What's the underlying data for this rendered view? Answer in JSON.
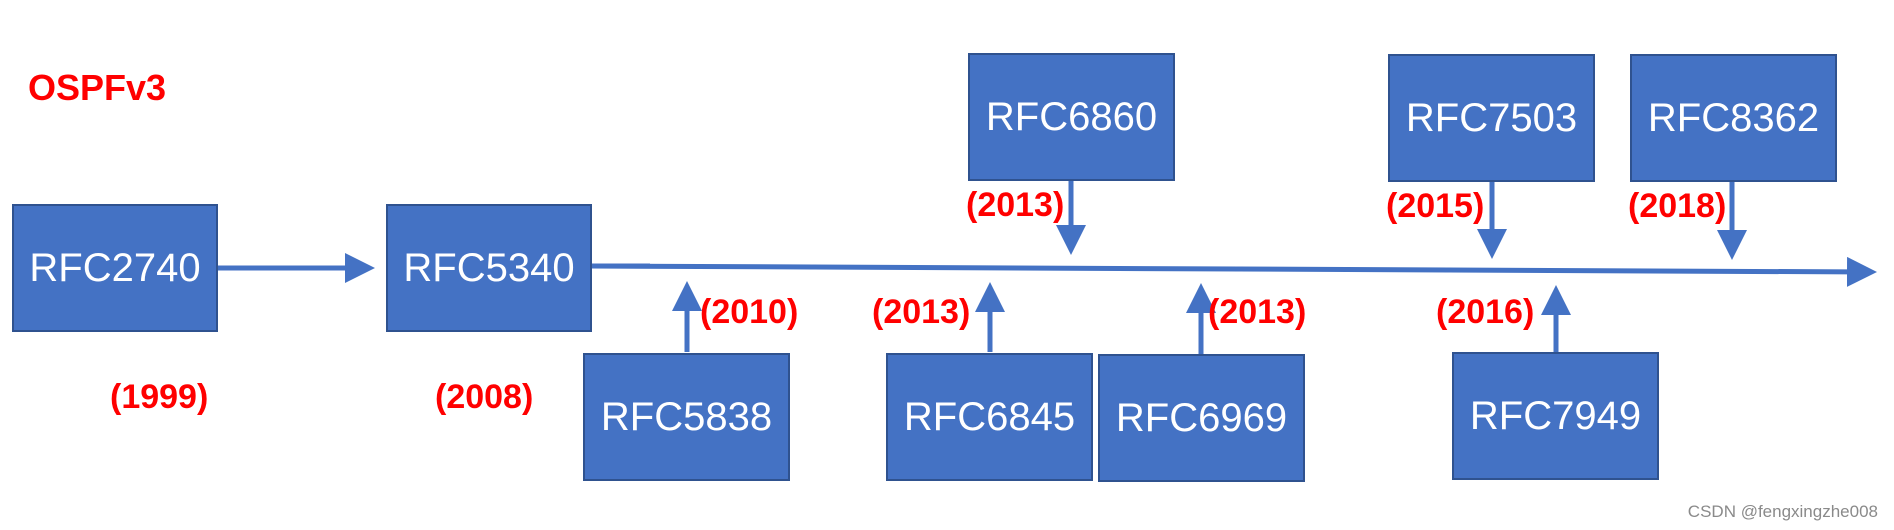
{
  "diagram": {
    "title": "OSPFv3",
    "accent_color": "#4472c4",
    "label_color": "#ff0000",
    "rfcs": [
      {
        "id": "rfc2740",
        "name": "RFC2740",
        "year": "(1999)"
      },
      {
        "id": "rfc5340",
        "name": "RFC5340",
        "year": "(2008)"
      },
      {
        "id": "rfc5838",
        "name": "RFC5838",
        "year": "(2010)"
      },
      {
        "id": "rfc6845",
        "name": "RFC6845",
        "year": "(2013)"
      },
      {
        "id": "rfc6860",
        "name": "RFC6860",
        "year": "(2013)"
      },
      {
        "id": "rfc6969",
        "name": "RFC6969",
        "year": "(2013)"
      },
      {
        "id": "rfc7503",
        "name": "RFC7503",
        "year": "(2015)"
      },
      {
        "id": "rfc7949",
        "name": "RFC7949",
        "year": "(2016)"
      },
      {
        "id": "rfc8362",
        "name": "RFC8362",
        "year": "(2018)"
      }
    ]
  },
  "watermark": "CSDN @fengxingzhe008"
}
